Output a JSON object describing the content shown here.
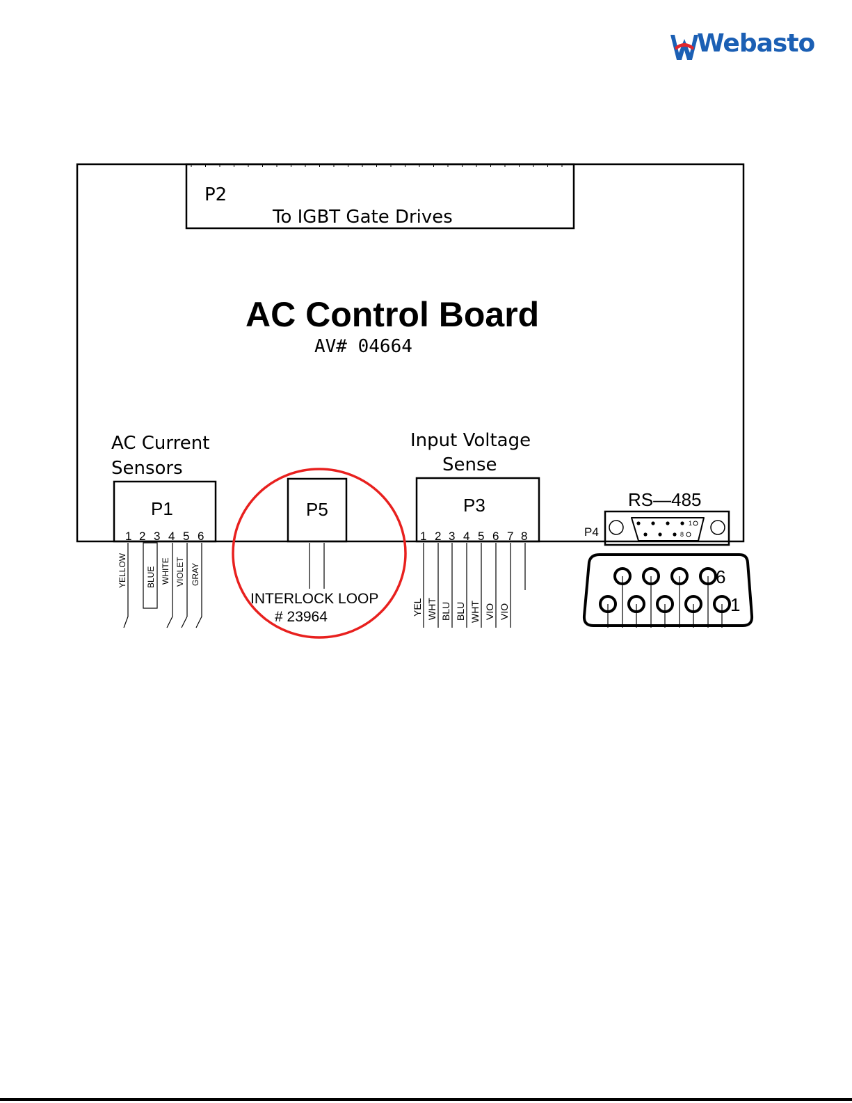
{
  "logo": {
    "text": "Webasto",
    "brand_color": "#1b5fb4",
    "accent_color": "#e0262d"
  },
  "diagram": {
    "title": "AC Control Board",
    "part_number": "AV# 04664",
    "p2": {
      "label": "P2",
      "description": "To IGBT Gate Drives"
    },
    "p1": {
      "group_label_line1": "AC Current",
      "group_label_line2": "Sensors",
      "label": "P1",
      "pins": [
        "1",
        "2",
        "3",
        "4",
        "5",
        "6"
      ],
      "wires": [
        "YELLOW",
        "BLUE",
        "WHITE",
        "VIOLET",
        "GRAY"
      ]
    },
    "p5": {
      "label": "P5",
      "callout_line1": "INTERLOCK LOOP",
      "callout_line2": "# 23964",
      "highlight_color": "#e8201e"
    },
    "p3": {
      "group_label_line1": "Input Voltage",
      "group_label_line2": "Sense",
      "label": "P3",
      "pins": [
        "1",
        "2",
        "3",
        "4",
        "5",
        "6",
        "7",
        "8"
      ],
      "wires": [
        "YEL",
        "WHT",
        "BLU",
        "BLU",
        "WHT",
        "VIO",
        "VIO"
      ]
    },
    "p4": {
      "group_label": "RS—485",
      "label": "P4",
      "pin_label_top": "6",
      "pin_label_bottom": "1",
      "small_pin_top": "1",
      "small_pin_bottom": "8"
    }
  }
}
